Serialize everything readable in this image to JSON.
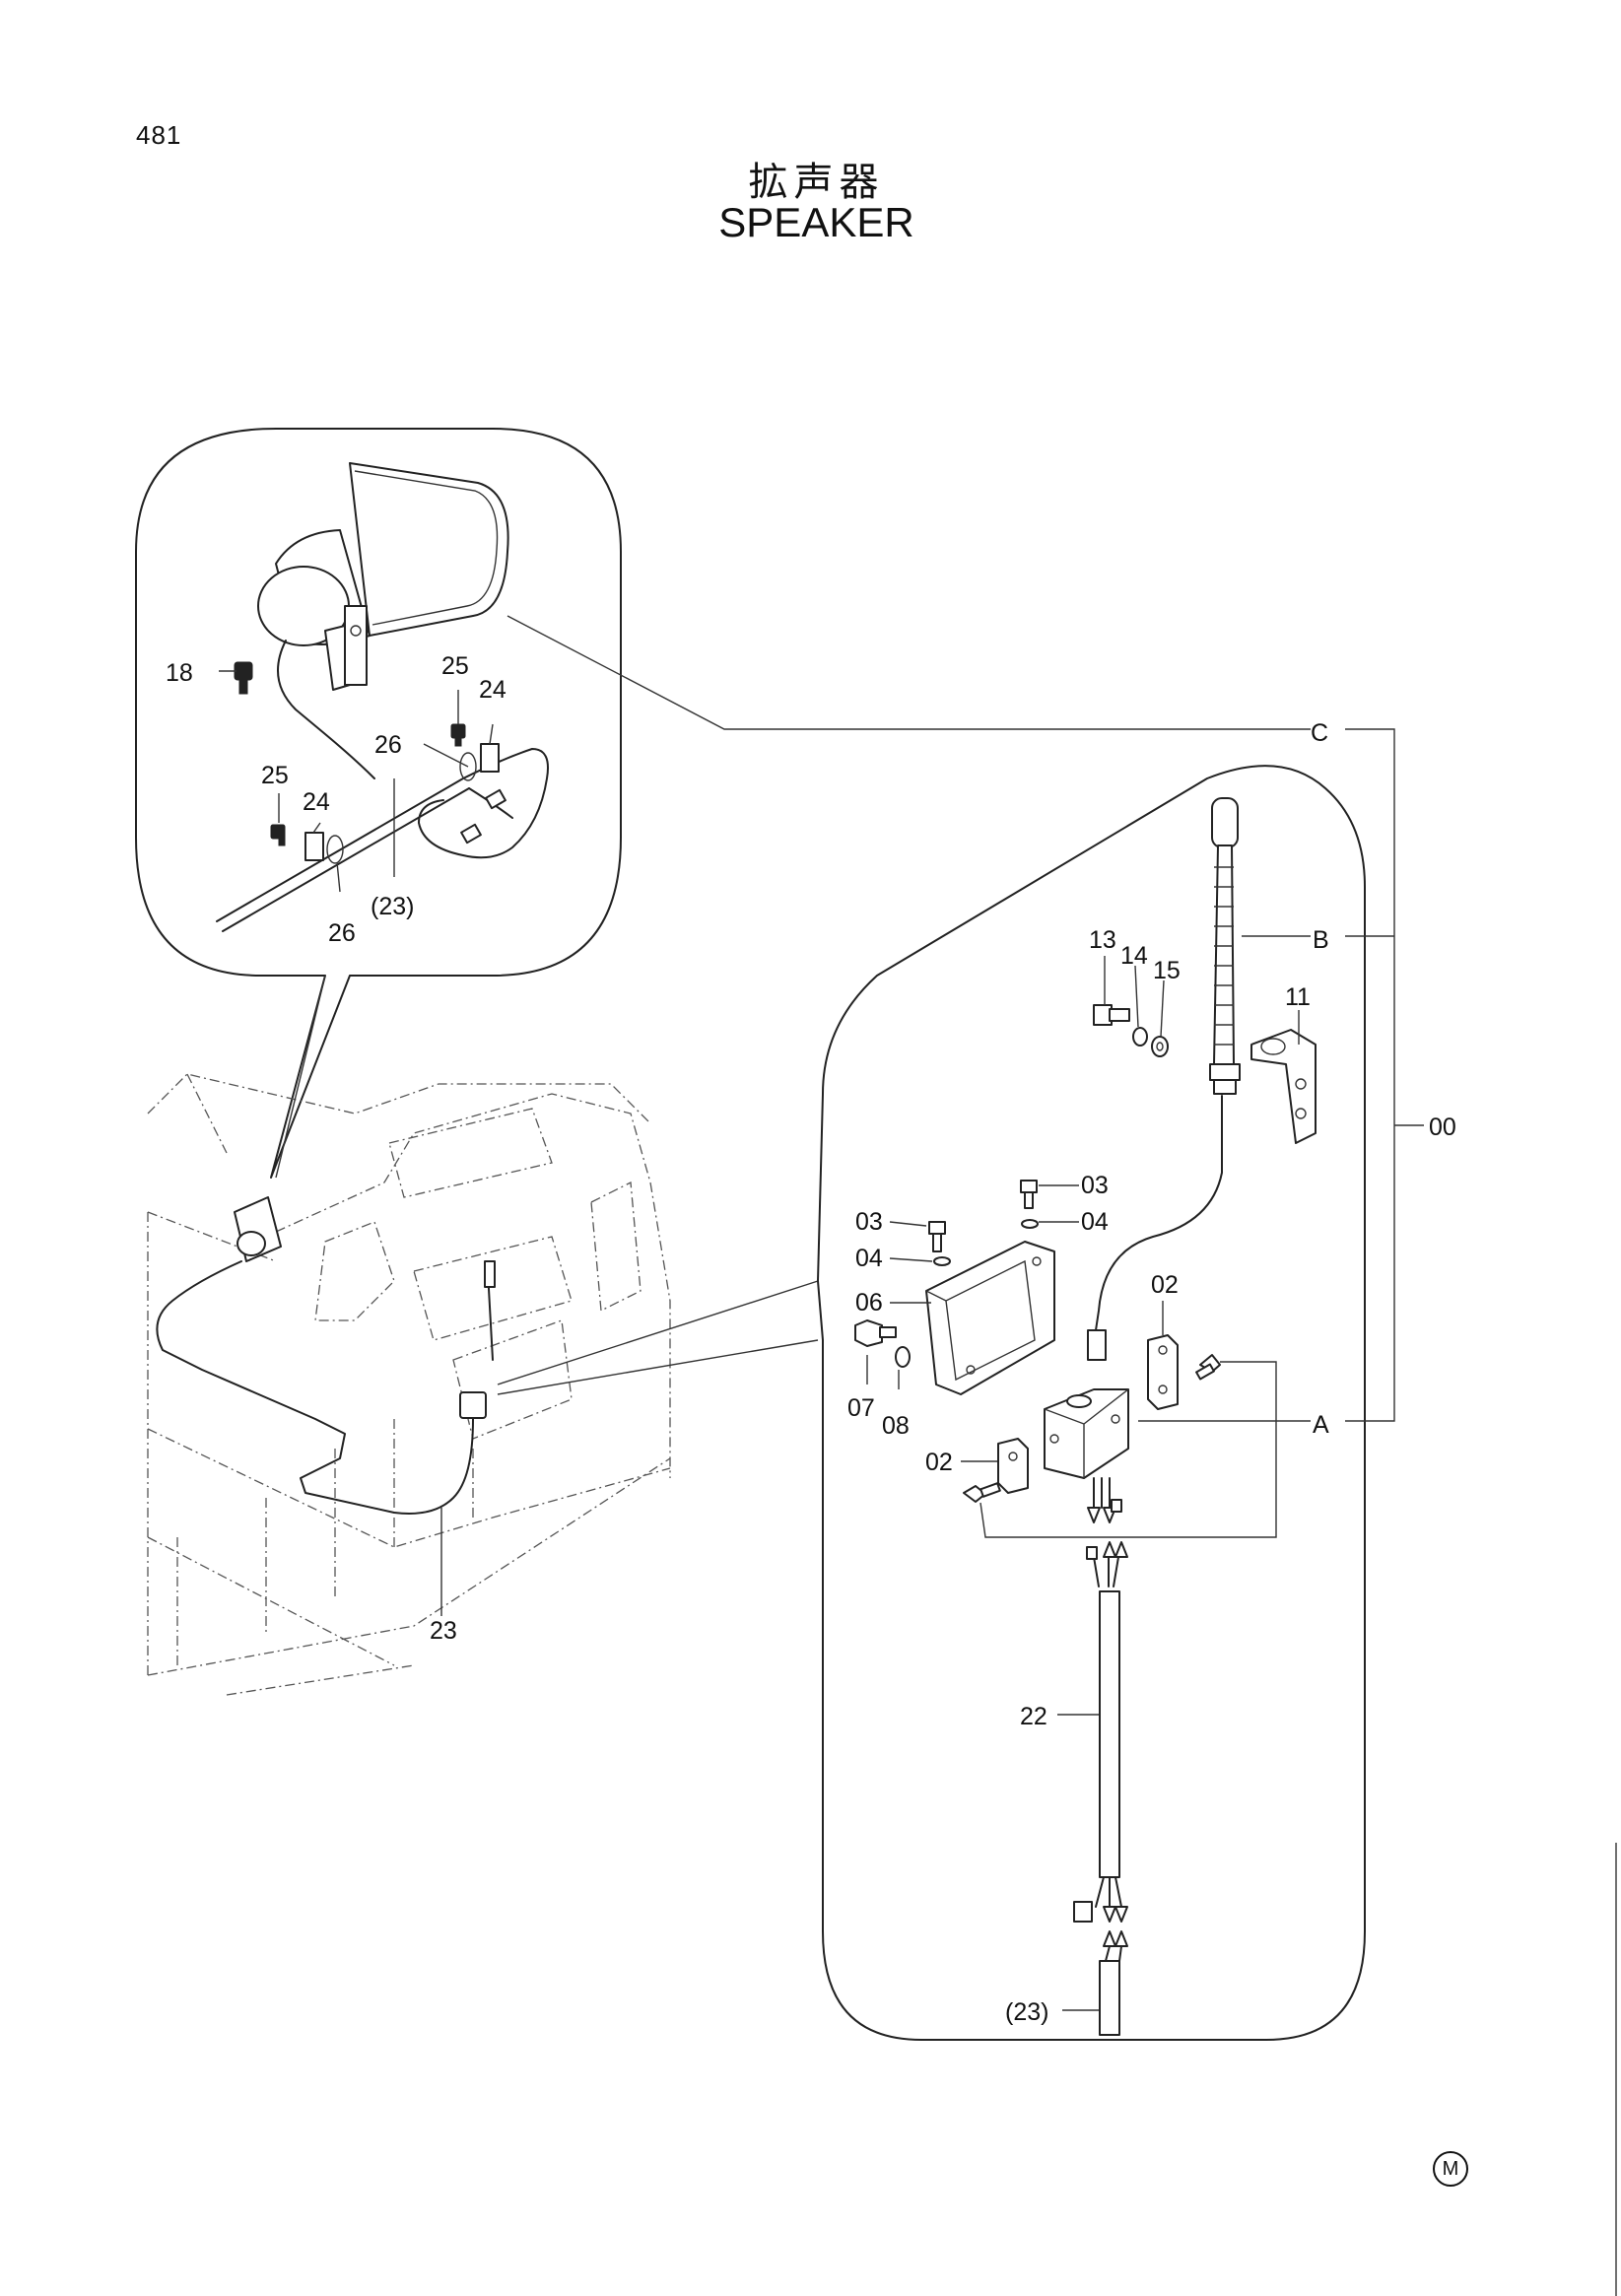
{
  "page_number": "481",
  "title_ja": "拡声器",
  "title_en": "SPEAKER",
  "mark": "M",
  "callouts": {
    "c18": "18",
    "c25a": "25",
    "c24a": "24",
    "c26a": "26",
    "c25b": "25",
    "c24b": "24",
    "c26b": "26",
    "c23a": "(23)",
    "cC": "C",
    "cB": "B",
    "cA": "A",
    "c00": "00",
    "c13": "13",
    "c14": "14",
    "c15": "15",
    "c11": "11",
    "c03a": "03",
    "c04a": "04",
    "c03b": "03",
    "c04b": "04",
    "c06": "06",
    "c07": "07",
    "c08": "08",
    "c02a": "02",
    "c02b": "02",
    "c22": "22",
    "c23b": "(23)",
    "c23c": "23"
  }
}
